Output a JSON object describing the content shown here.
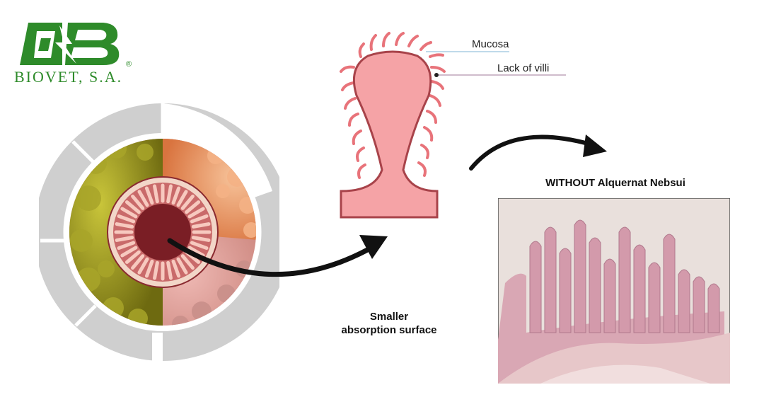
{
  "logo": {
    "text": "BIOVET, S.A.",
    "registered": "®",
    "color": "#2e8b2a"
  },
  "labels": {
    "mucosa": "Mucosa",
    "lack_of_villi": "Lack of villi"
  },
  "caption": "WITHOUT Alquernat Nebsui",
  "note": {
    "line1": "Smaller",
    "line2": "absorption surface"
  },
  "colors": {
    "villus": "#f5a3a6",
    "villus_edge": "#a8434a",
    "gut_lumen": "#7a1e25",
    "arrow": "#111111"
  }
}
